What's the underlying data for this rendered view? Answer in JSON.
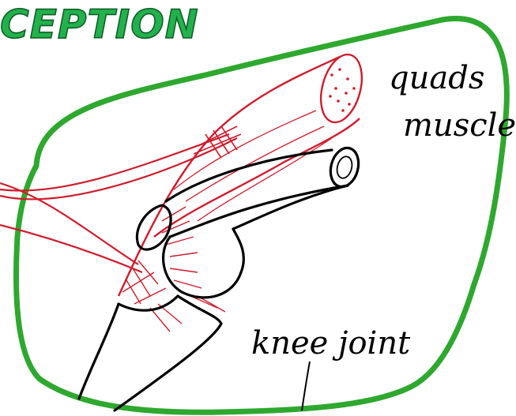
{
  "title": {
    "text": "CEPTION",
    "fill_color": "#22b14c",
    "outline_color": "#0c5a22"
  },
  "labels": {
    "quads_line1": "quads",
    "quads_line2": "muscle",
    "knee": "knee joint"
  },
  "colors": {
    "outline_green": "#2ea82e",
    "muscle_red": "#d01c2c",
    "bone_black": "#000000",
    "background": "#ffffff"
  }
}
